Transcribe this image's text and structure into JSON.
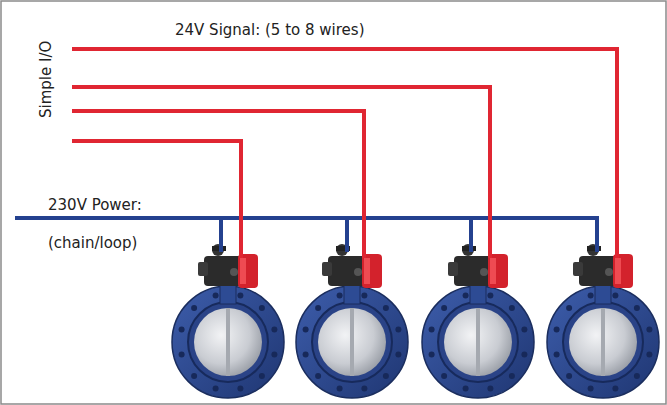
{
  "diagram": {
    "labels": [
      "24V Signal: (5 to 8 wires)",
      "Simple I/O",
      "230V Power:",
      "(chain/loop)"
    ]
  }
}
